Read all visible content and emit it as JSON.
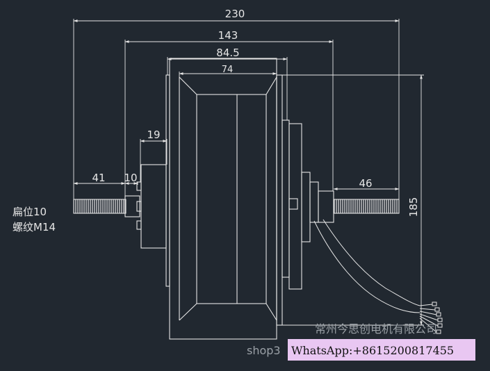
{
  "dimensions": {
    "overall_length": "230",
    "body_width": "143",
    "rim_width": "84.5",
    "inner_width": "74",
    "flange_offset": "19",
    "axle_left": "41",
    "spacer": "10",
    "axle_right": "46",
    "diameter": "185"
  },
  "notes": {
    "flat_spec": "扁位10",
    "thread_spec": "螺纹M14"
  },
  "watermark": {
    "company": "常州今思创电机有限公司",
    "shop": "shop3"
  },
  "contact": {
    "text": "WhatsApp:+8615200817455"
  },
  "colors": {
    "background": "#212830",
    "line": "#e6e6e6",
    "contact_bg": "#e9c7f2"
  }
}
